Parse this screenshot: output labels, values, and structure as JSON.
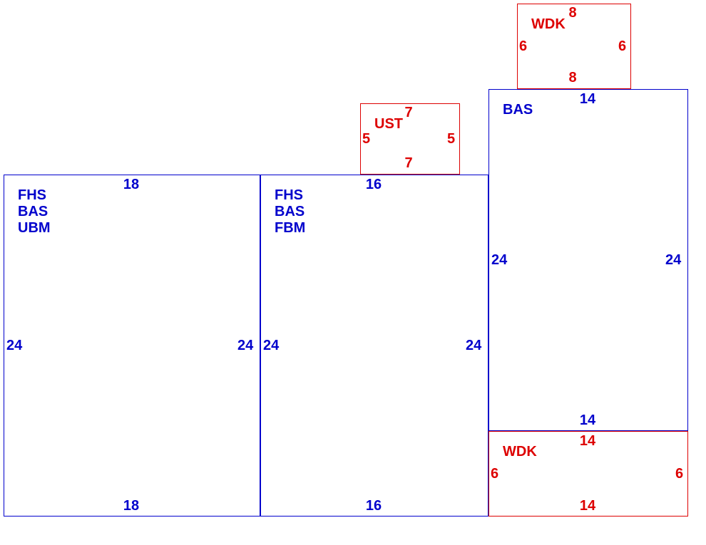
{
  "areas": {
    "left_main": {
      "codes": [
        "FHS",
        "BAS",
        "UBM"
      ],
      "top": "18",
      "bottom": "18",
      "left": "24",
      "right": "24",
      "color": "#0000cc"
    },
    "middle_main": {
      "codes": [
        "FHS",
        "BAS",
        "FBM"
      ],
      "top": "16",
      "bottom": "16",
      "left": "24",
      "right": "24",
      "color": "#0000cc"
    },
    "right_bas": {
      "codes": [
        "BAS"
      ],
      "top": "14",
      "bottom": "14",
      "left": "24",
      "right": "24",
      "color": "#0000cc"
    },
    "ust": {
      "code": "UST",
      "top": "7",
      "bottom": "7",
      "left": "5",
      "right": "5",
      "color": "#dd0000"
    },
    "wdk_top": {
      "code": "WDK",
      "top": "8",
      "bottom": "8",
      "left": "6",
      "right": "6",
      "color": "#dd0000"
    },
    "wdk_bottom": {
      "code": "WDK",
      "top": "14",
      "bottom": "14",
      "left": "6",
      "right": "6",
      "color": "#dd0000"
    }
  }
}
